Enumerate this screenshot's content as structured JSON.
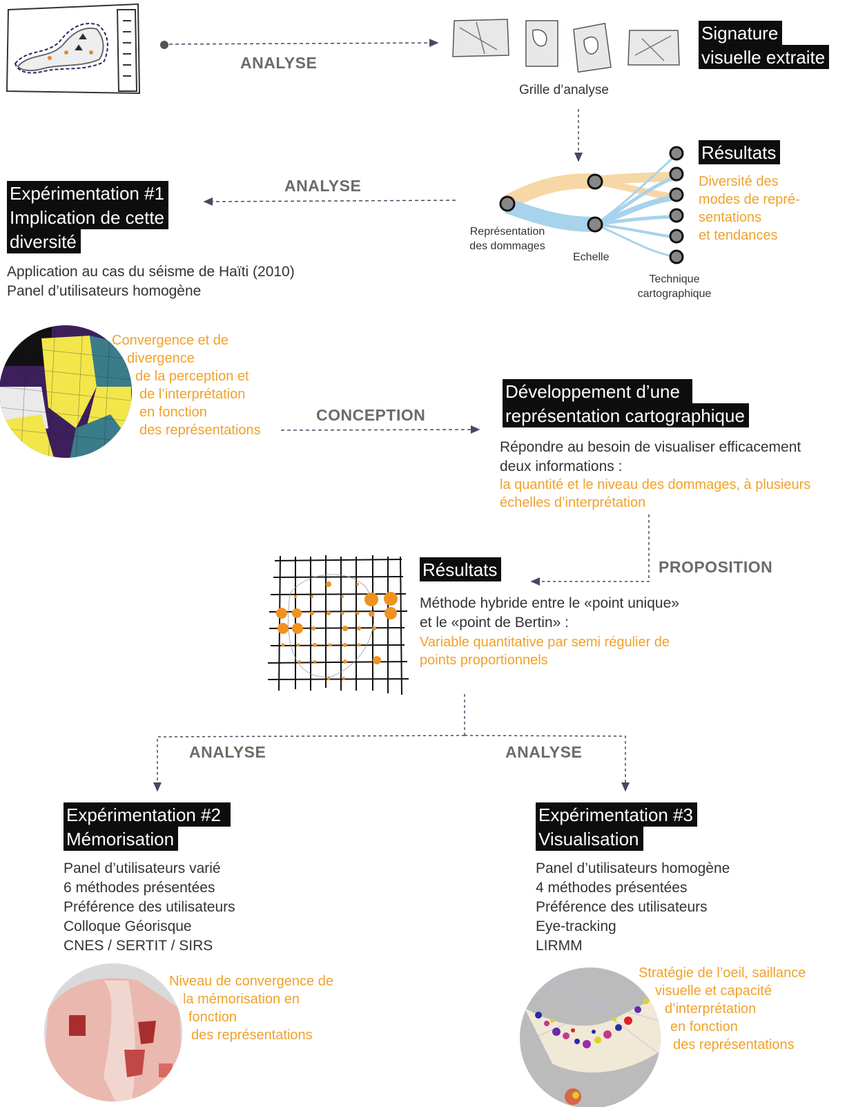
{
  "steps": {
    "analyse_top": "ANALYSE",
    "analyse_mid": "ANALYSE",
    "conception": "CONCEPTION",
    "proposition": "PROPOSITION",
    "analyse_left": "ANALYSE",
    "analyse_right": "ANALYSE"
  },
  "signature": {
    "line1": "Signature",
    "line2": "visuelle extraite"
  },
  "grille": "Grille d’analyse",
  "resultats_top": {
    "title": "Résultats",
    "lines": [
      "Diversité des",
      "modes de repré-",
      "sentations",
      "et tendances"
    ]
  },
  "network": {
    "label_rep": [
      "Représentation",
      "des dommages"
    ],
    "label_echelle": "Echelle",
    "label_tech": [
      "Technique",
      "cartographique"
    ]
  },
  "exp1": {
    "title_lines": [
      "Expérimentation #1",
      "Implication de cette",
      "diversité"
    ],
    "body": [
      "Application au cas du séisme de Haïti (2010)",
      "Panel d’utilisateurs homogène"
    ]
  },
  "convergence": [
    "Convergence et de",
    "divergence",
    "de la perception et",
    "de l’interprétation",
    "en fonction",
    "des représentations"
  ],
  "dev": {
    "title_lines": [
      "Développement d’une",
      "représentation cartographique"
    ],
    "body": [
      "Répondre au besoin de visualiser efficacement",
      "deux informations :"
    ],
    "orange": [
      "la quantité et le niveau des dommages, à plusieurs",
      "échelles d’interprétation"
    ]
  },
  "resultats_mid": {
    "title": "Résultats",
    "body": [
      "Méthode hybride entre le «point unique»",
      "et le «point de Bertin» :"
    ],
    "orange": [
      "Variable quantitative par semi régulier de",
      "points proportionnels"
    ]
  },
  "exp2": {
    "title_lines": [
      "Expérimentation #2",
      "Mémorisation"
    ],
    "body": [
      "Panel d’utilisateurs varié",
      "6 méthodes présentées",
      "Préférence des utilisateurs",
      "Colloque Géorisque",
      "CNES / SERTIT / SIRS"
    ],
    "orange": [
      "Niveau de convergence de",
      "la mémorisation en",
      "fonction",
      "des représentations"
    ]
  },
  "exp3": {
    "title_lines": [
      "Expérimentation #3",
      "Visualisation"
    ],
    "body": [
      "Panel d’utilisateurs homogène",
      "4 méthodes présentées",
      "Préférence des utilisateurs",
      "Eye-tracking",
      "LIRMM"
    ],
    "orange": [
      "Stratégie de l’oeil, saillance",
      "visuelle et capacité",
      "d’interprétation",
      "en fonction",
      "des représentations"
    ]
  },
  "colors": {
    "accent": "#f0a12b",
    "highlight_bg": "#0d0d0d",
    "network_blue": "#a7d3ec",
    "network_orange": "#f7d7a6"
  }
}
